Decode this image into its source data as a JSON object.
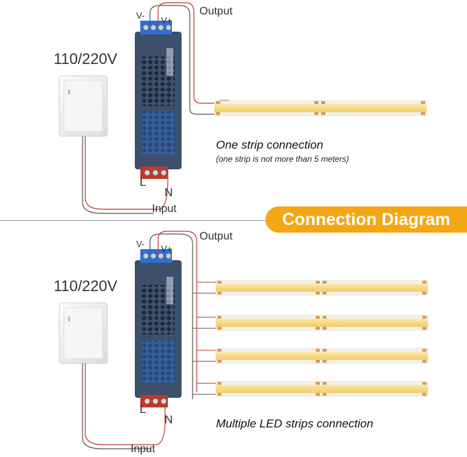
{
  "top": {
    "voltage": "110/220V",
    "v_minus": "V-",
    "v_plus": "V+",
    "output": "Output",
    "l": "L",
    "n": "N",
    "input": "Input",
    "caption": "One strip connection",
    "subcaption": "(one strip is not more than 5 meters)"
  },
  "title": "Connection Diagram",
  "bottom": {
    "voltage": "110/220V",
    "v_minus": "V-",
    "v_plus": "V+",
    "output": "Output",
    "l": "L",
    "n": "N",
    "input": "Input",
    "caption": "Multiple LED strips connection"
  },
  "strip_marking": "DC24V",
  "colors": {
    "accent": "#f5a614",
    "psu_body": "#3c4f6b",
    "terminal": "#2f6fd0",
    "strip": "#f7d985",
    "wire_red": "#c0392b"
  }
}
